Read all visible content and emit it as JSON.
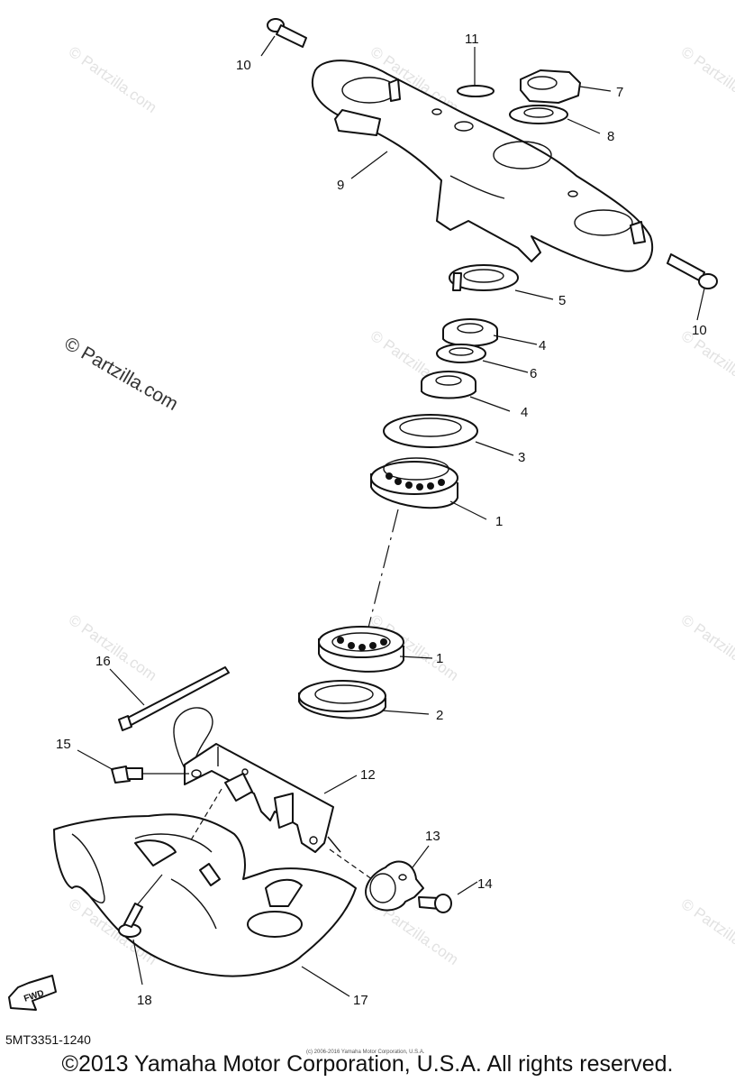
{
  "watermark": {
    "main": "© Partzilla.com",
    "faint": "© Partzilla.com"
  },
  "callouts": [
    "1",
    "1",
    "2",
    "3",
    "4",
    "4",
    "5",
    "6",
    "7",
    "8",
    "9",
    "10",
    "10",
    "11",
    "12",
    "13",
    "14",
    "15",
    "16",
    "17",
    "18"
  ],
  "fwd_label": "FWD",
  "footer": {
    "diagram_code": "5MT3351-1240",
    "copyright": "©2013 Yamaha Motor Corporation, U.S.A. All rights reserved.",
    "small_note": "(c) 2006-2016 Yamaha Motor Corporation, U.S.A."
  }
}
